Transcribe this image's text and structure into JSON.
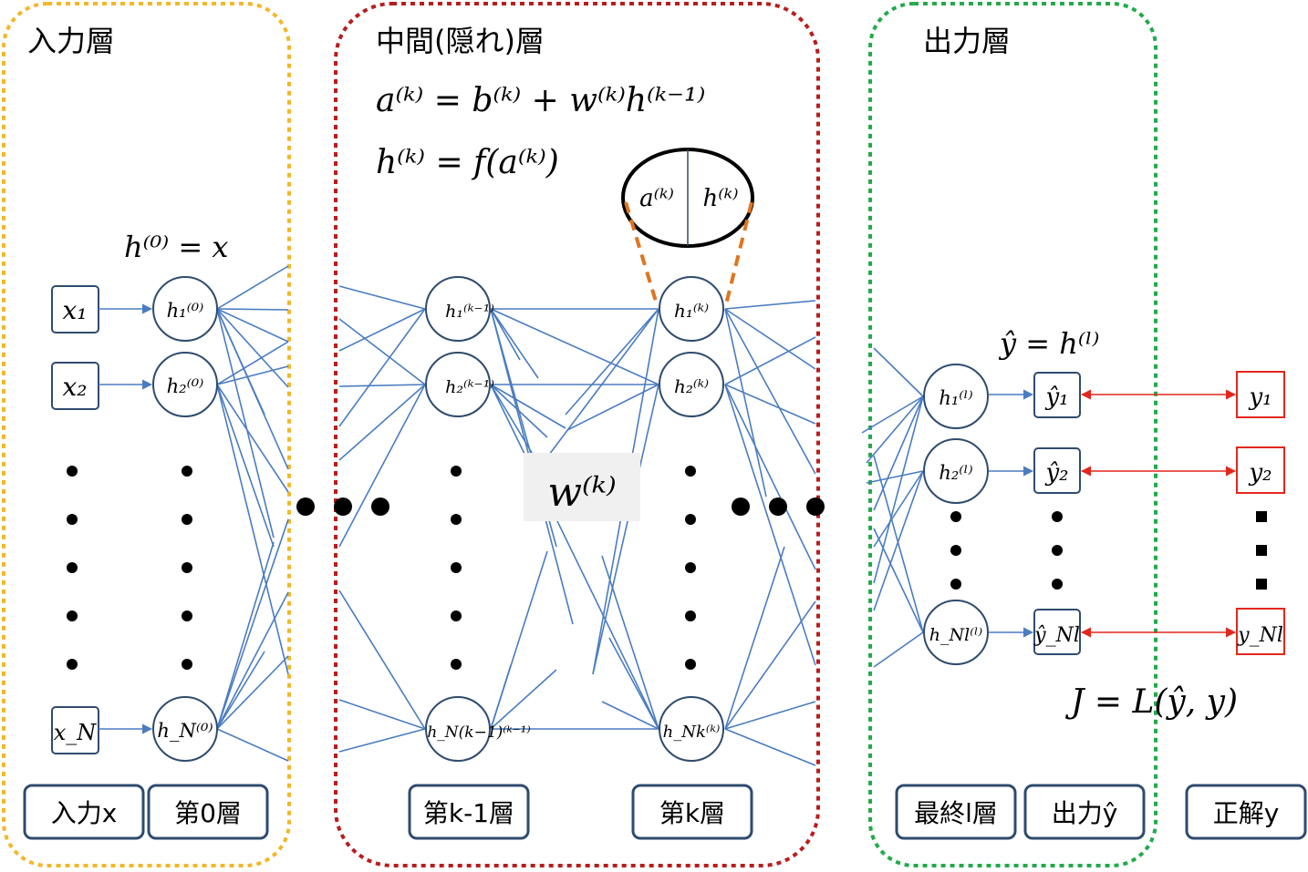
{
  "colors": {
    "input_border": "#f2b72a",
    "hidden_border": "#b81d1d",
    "output_border": "#22aa4b",
    "node_stroke": "#2f4b6e",
    "connection": "#4a7cc0",
    "target_red": "#e3271c",
    "zoom_dash": "#e07420"
  },
  "layers": {
    "input_title": "入力層",
    "hidden_title": "中間(隠れ)層",
    "output_title": "出力層"
  },
  "equations": {
    "h0": "h⁽⁰⁾ = x",
    "a_k": "a⁽ᵏ⁾ = b⁽ᵏ⁾ + w⁽ᵏ⁾h⁽ᵏ⁻¹⁾",
    "h_k": "h⁽ᵏ⁾ = f(a⁽ᵏ⁾)",
    "w_k": "w⁽ᵏ⁾",
    "y_hat": "ŷ = h⁽ˡ⁾",
    "loss": "J = L(ŷ, y)"
  },
  "zoom": {
    "left": "a⁽ᵏ⁾",
    "right": "h⁽ᵏ⁾"
  },
  "inputs": [
    "x₁",
    "x₂",
    "x_N"
  ],
  "layer0_nodes": [
    "h₁⁽⁰⁾",
    "h₂⁽⁰⁾",
    "h_N⁽⁰⁾"
  ],
  "layer_km1_nodes": [
    "h₁⁽ᵏ⁻¹⁾",
    "h₂⁽ᵏ⁻¹⁾",
    "h_N(k−1)⁽ᵏ⁻¹⁾"
  ],
  "layer_k_nodes": [
    "h₁⁽ᵏ⁾",
    "h₂⁽ᵏ⁾",
    "h_Nk⁽ᵏ⁾"
  ],
  "layer_l_nodes": [
    "h₁⁽ˡ⁾",
    "h₂⁽ˡ⁾",
    "h_Nl⁽ˡ⁾"
  ],
  "outputs": [
    "ŷ₁",
    "ŷ₂",
    "ŷ_Nl"
  ],
  "targets": [
    "y₁",
    "y₂",
    "y_Nl"
  ],
  "bottom_labels": {
    "input_x": "入力x",
    "layer0": "第0層",
    "layer_km1": "第k-1層",
    "layer_k": "第k層",
    "final_layer": "最終l層",
    "output_y": "出力ŷ",
    "truth_y": "正解y"
  }
}
